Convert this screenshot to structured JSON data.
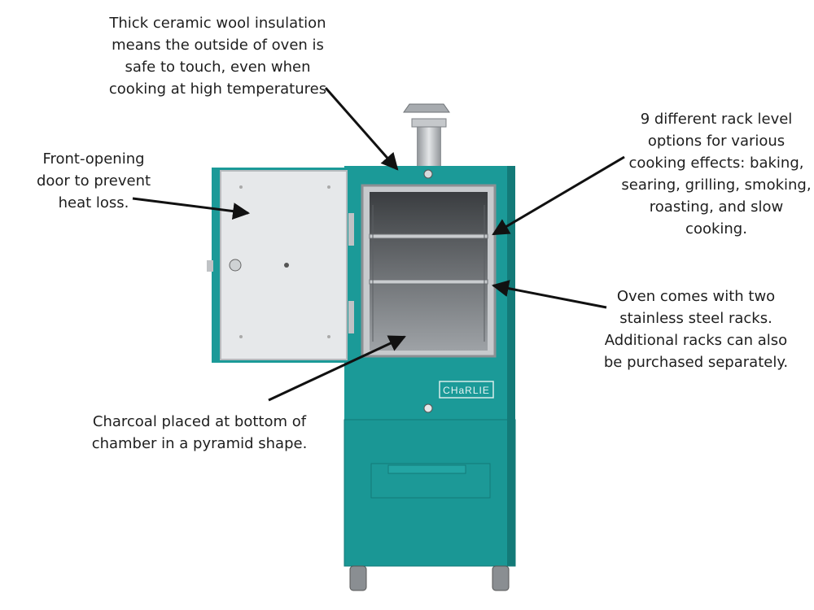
{
  "annotations": {
    "insulation": "Thick ceramic wool insulation\nmeans the outside of oven is\nsafe to touch, even when\ncooking at high temperatures",
    "door": "Front-opening\ndoor to prevent\nheat loss.",
    "racks": "9 different rack level\noptions for various\ncooking effects: baking,\nsearing, grilling, smoking,\nroasting, and slow\ncooking.",
    "included": "Oven comes with two\nstainless steel racks.\nAdditional racks can also\nbe purchased separately.",
    "charcoal": "Charcoal placed at bottom of\nchamber in a pyramid shape."
  },
  "product": {
    "brand": "CHaRLIE",
    "body_color": "#1b9a98",
    "body_shadow": "#137a78",
    "steel_color": "#b9bcbf"
  }
}
